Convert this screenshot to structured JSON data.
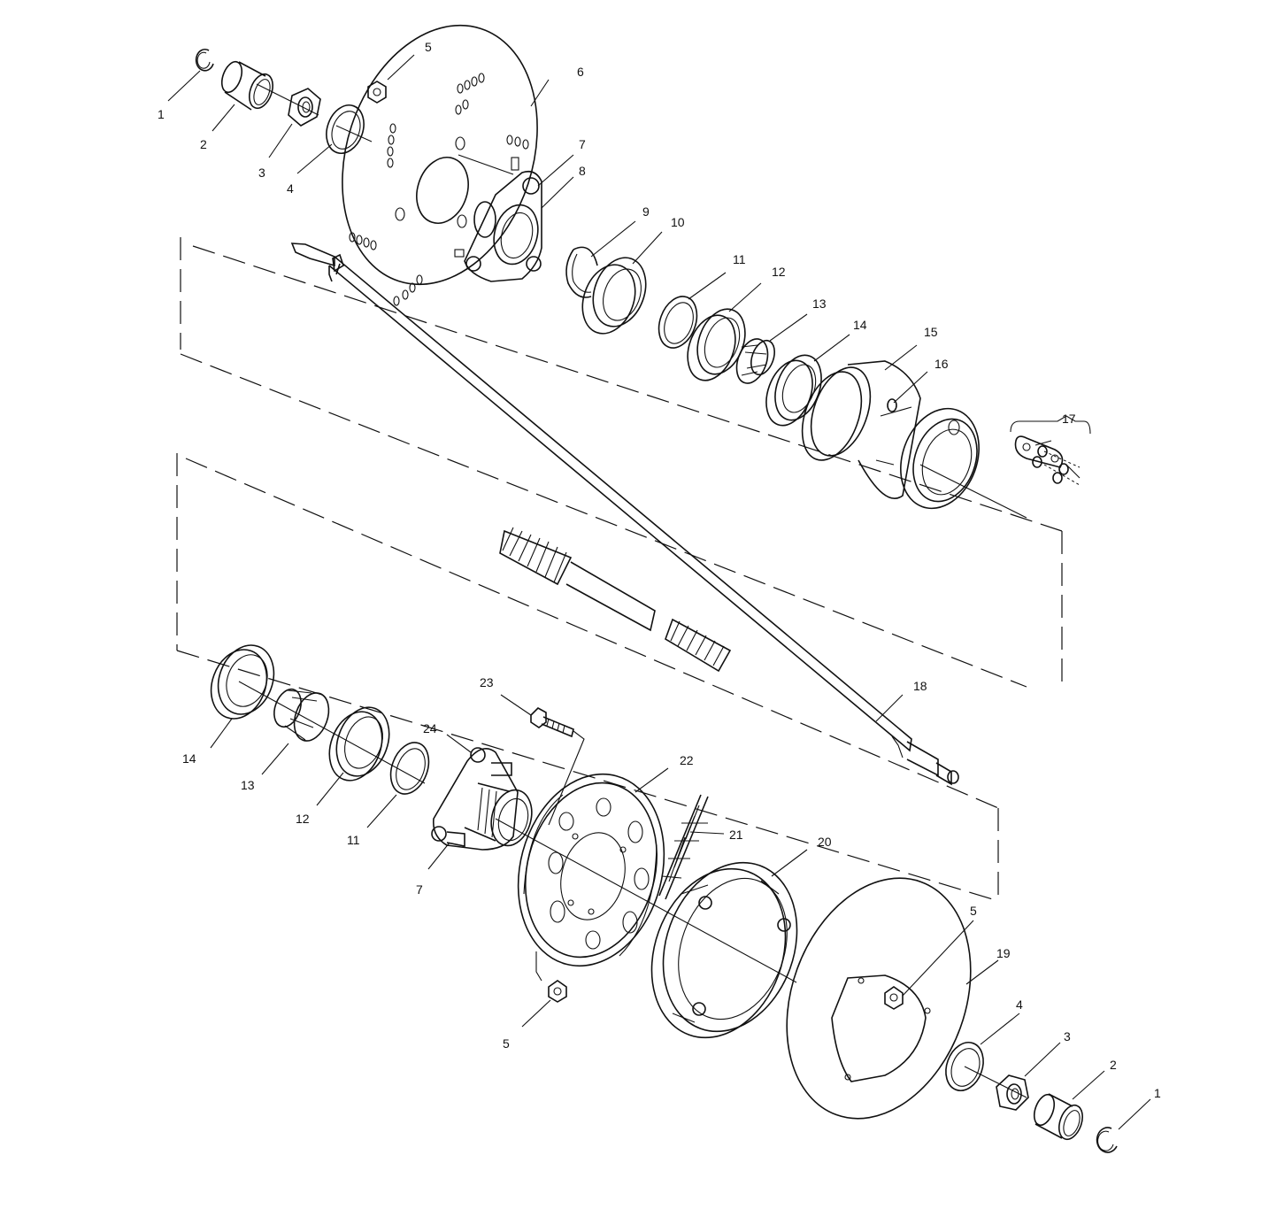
{
  "diagram": {
    "callouts": [
      {
        "id": "c1a",
        "text": "1"
      },
      {
        "id": "c2a",
        "text": "2"
      },
      {
        "id": "c3a",
        "text": "3"
      },
      {
        "id": "c4a",
        "text": "4"
      },
      {
        "id": "c5a",
        "text": "5"
      },
      {
        "id": "c6",
        "text": "6"
      },
      {
        "id": "c7a",
        "text": "7"
      },
      {
        "id": "c8",
        "text": "8"
      },
      {
        "id": "c9",
        "text": "9"
      },
      {
        "id": "c10",
        "text": "10"
      },
      {
        "id": "c11a",
        "text": "11"
      },
      {
        "id": "c12a",
        "text": "12"
      },
      {
        "id": "c13a",
        "text": "13"
      },
      {
        "id": "c14a",
        "text": "14"
      },
      {
        "id": "c15",
        "text": "15"
      },
      {
        "id": "c16",
        "text": "16"
      },
      {
        "id": "c17",
        "text": "17"
      },
      {
        "id": "c18",
        "text": "18"
      },
      {
        "id": "c14b",
        "text": "14"
      },
      {
        "id": "c13b",
        "text": "13"
      },
      {
        "id": "c12b",
        "text": "12"
      },
      {
        "id": "c11b",
        "text": "11"
      },
      {
        "id": "c23",
        "text": "23"
      },
      {
        "id": "c24",
        "text": "24"
      },
      {
        "id": "c22",
        "text": "22"
      },
      {
        "id": "c21",
        "text": "21"
      },
      {
        "id": "c20",
        "text": "20"
      },
      {
        "id": "c7b",
        "text": "7"
      },
      {
        "id": "c5b",
        "text": "5"
      },
      {
        "id": "c5c",
        "text": "5"
      },
      {
        "id": "c19",
        "text": "19"
      },
      {
        "id": "c4b",
        "text": "4"
      },
      {
        "id": "c3b",
        "text": "3"
      },
      {
        "id": "c2b",
        "text": "2"
      },
      {
        "id": "c1b",
        "text": "1"
      }
    ]
  }
}
